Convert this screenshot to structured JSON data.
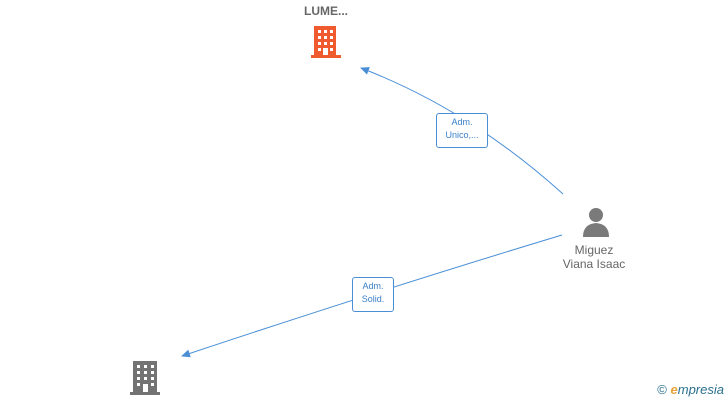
{
  "colors": {
    "edge": "#4a8fd6",
    "company_highlight": "#ef5a2e",
    "company_default": "#737373",
    "person": "#7a7a7a"
  },
  "nodes": {
    "company_top": {
      "label": "LUME...",
      "icon": "building-icon"
    },
    "company_bottom": {
      "label": "",
      "icon": "building-icon"
    },
    "person": {
      "label_line1": "Miguez",
      "label_line2": "Viana Isaac",
      "icon": "person-icon"
    }
  },
  "edges": {
    "to_top": {
      "line1": "Adm.",
      "line2": "Unico,..."
    },
    "to_bottom": {
      "line1": "Adm.",
      "line2": "Solid."
    }
  },
  "watermark": {
    "copyright": "©",
    "brand_initial": "e",
    "brand_rest": "mpresia"
  }
}
